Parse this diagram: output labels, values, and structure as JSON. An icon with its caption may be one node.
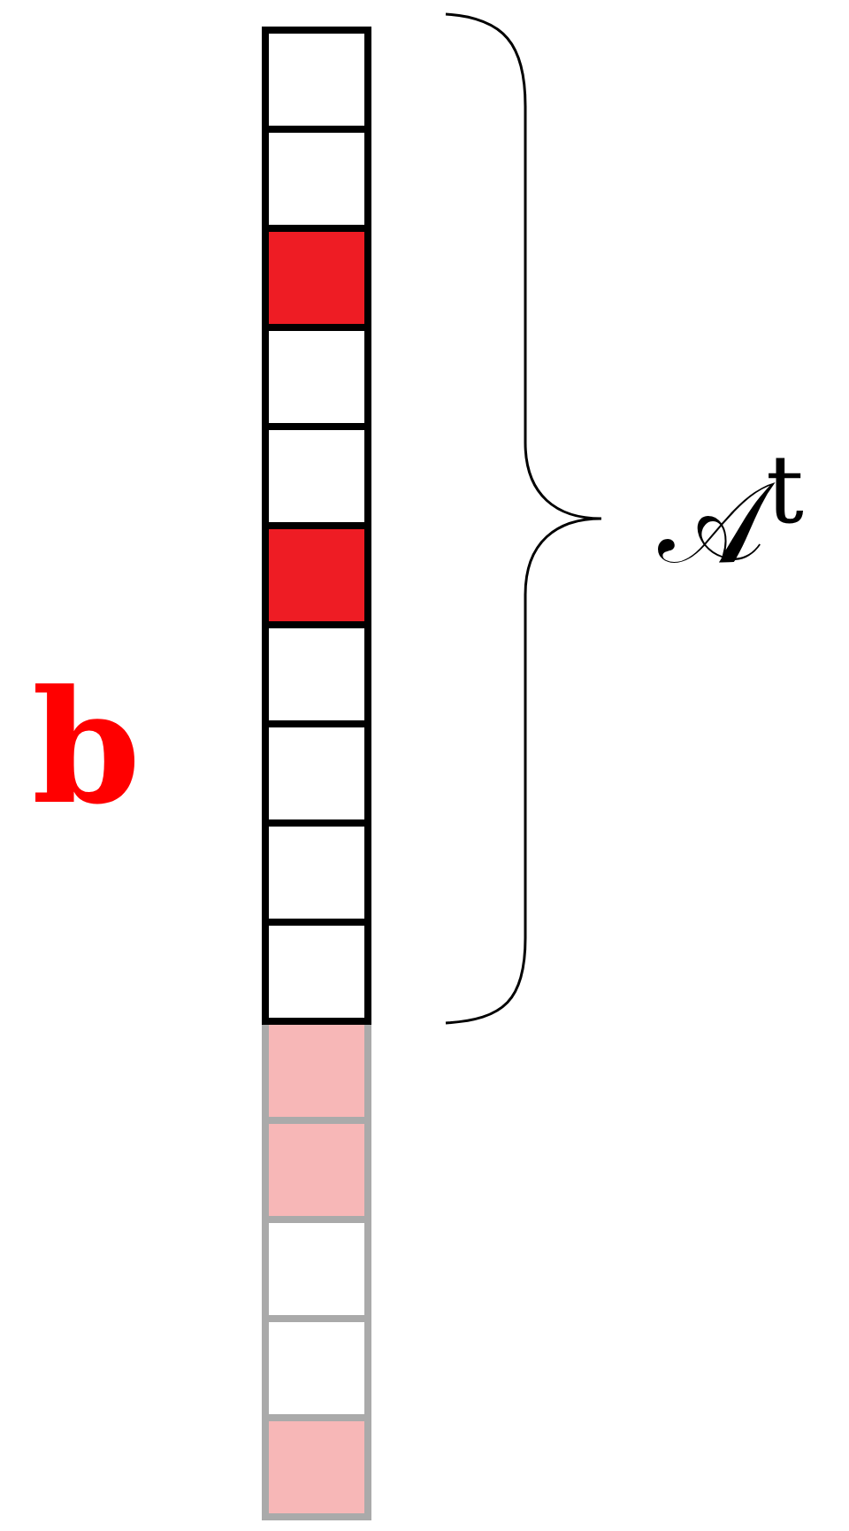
{
  "diagram": {
    "nodes": [
      {
        "text": [],
        "shape": "box"
      },
      {
        "text": [],
        "shape": "box"
      },
      {
        "text": [],
        "shape": "box"
      },
      {
        "text": [],
        "shape": "box"
      },
      {
        "text": [],
        "shape": "box"
      },
      {
        "text": [],
        "shape": "box"
      },
      {
        "text": [],
        "shape": "box"
      },
      {
        "text": [],
        "shape": "box"
      },
      {
        "text": [],
        "shape": "box"
      },
      {
        "text": [],
        "shape": "box"
      },
      {
        "text": [],
        "shape": "box"
      },
      {
        "text": [],
        "shape": "box"
      },
      {
        "text": [],
        "shape": "box"
      },
      {
        "text": [],
        "shape": "box"
      },
      {
        "text": [],
        "shape": "box"
      }
    ],
    "labels": [
      "b",
      "𝒜$^{t}$"
    ]
  }
}
